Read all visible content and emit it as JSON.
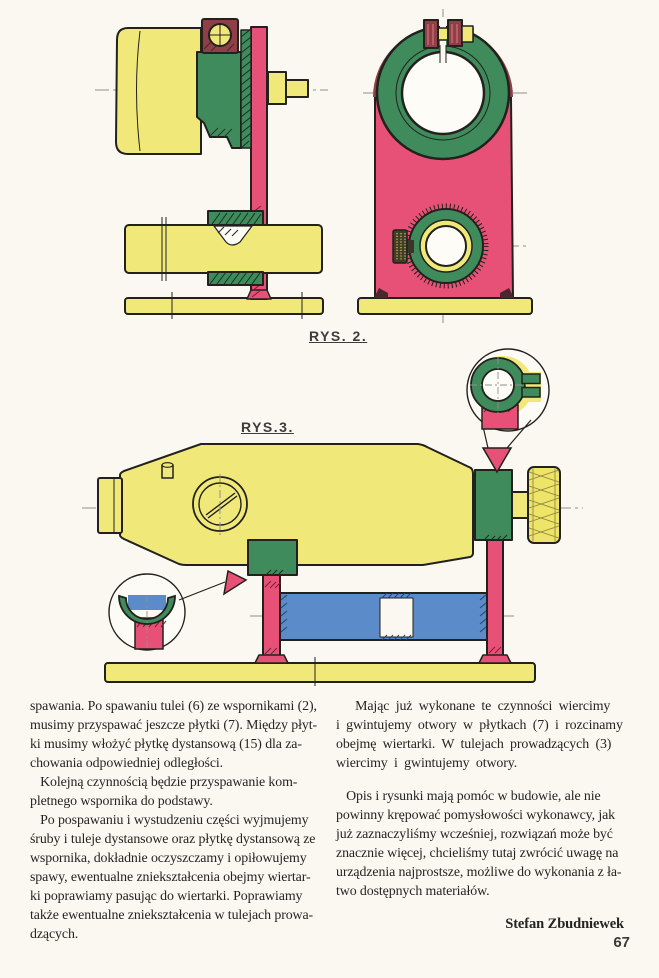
{
  "page": {
    "number": "67"
  },
  "figures": {
    "rys2": {
      "label": "RYS. 2."
    },
    "rys3": {
      "label": "RYS.3."
    }
  },
  "palette": {
    "yellow": "#f0e97a",
    "pink": "#e85177",
    "green": "#3f8b5c",
    "blue": "#5b8cc9",
    "maroon": "#8e4046",
    "outline": "#22211d",
    "paper": "#faf8f0"
  },
  "article": {
    "left_column_lines": [
      "spawania. Po spawaniu tulei (6) ze wspornikami (2),",
      "musimy przyspawać jeszcze płytki (7). Między płyt-",
      "ki musimy włożyć płytkę dystansową (15) dla za-",
      "chowania odpowiedniej odległości.",
      "   Kolejną czynnością będzie przyspawanie kom-",
      "pletnego wspornika do podstawy.",
      "   Po pospawaniu i wystudzeniu części wyjmujemy",
      "śruby i tuleje dystansowe oraz płytkę dystansową ze",
      "wspornika, dokładnie oczyszczamy i opiłowujemy",
      "spawy, ewentualne zniekształcenia obejmy wiertar-",
      "ki poprawiamy pasując do wiertarki. Poprawiamy",
      "także ewentualne zniekształcenia w tulejach prowa-",
      "dzących."
    ],
    "right_column": {
      "para1_lines": [
        "   Mając już wykonane te czynności wiercimy",
        "i gwintujemy otwory w płytkach (7) i rozcinamy",
        "obejmę wiertarki. W tulejach prowadzących (3)",
        "wiercimy i gwintujemy otwory."
      ],
      "para2_lines": [
        "   Opis i rysunki mają pomóc w budowie, ale nie",
        "powinny krępować pomysłowości wykonawcy, jak",
        "już zaznaczyliśmy wcześniej, rozwiązań może być",
        "znacznie więcej, chcieliśmy tutaj zwrócić uwagę na",
        "urządzenia najprostsze, możliwe do wykonania z ła-",
        "two dostępnych materiałów."
      ],
      "signature": "Stefan Zbudniewek"
    }
  }
}
